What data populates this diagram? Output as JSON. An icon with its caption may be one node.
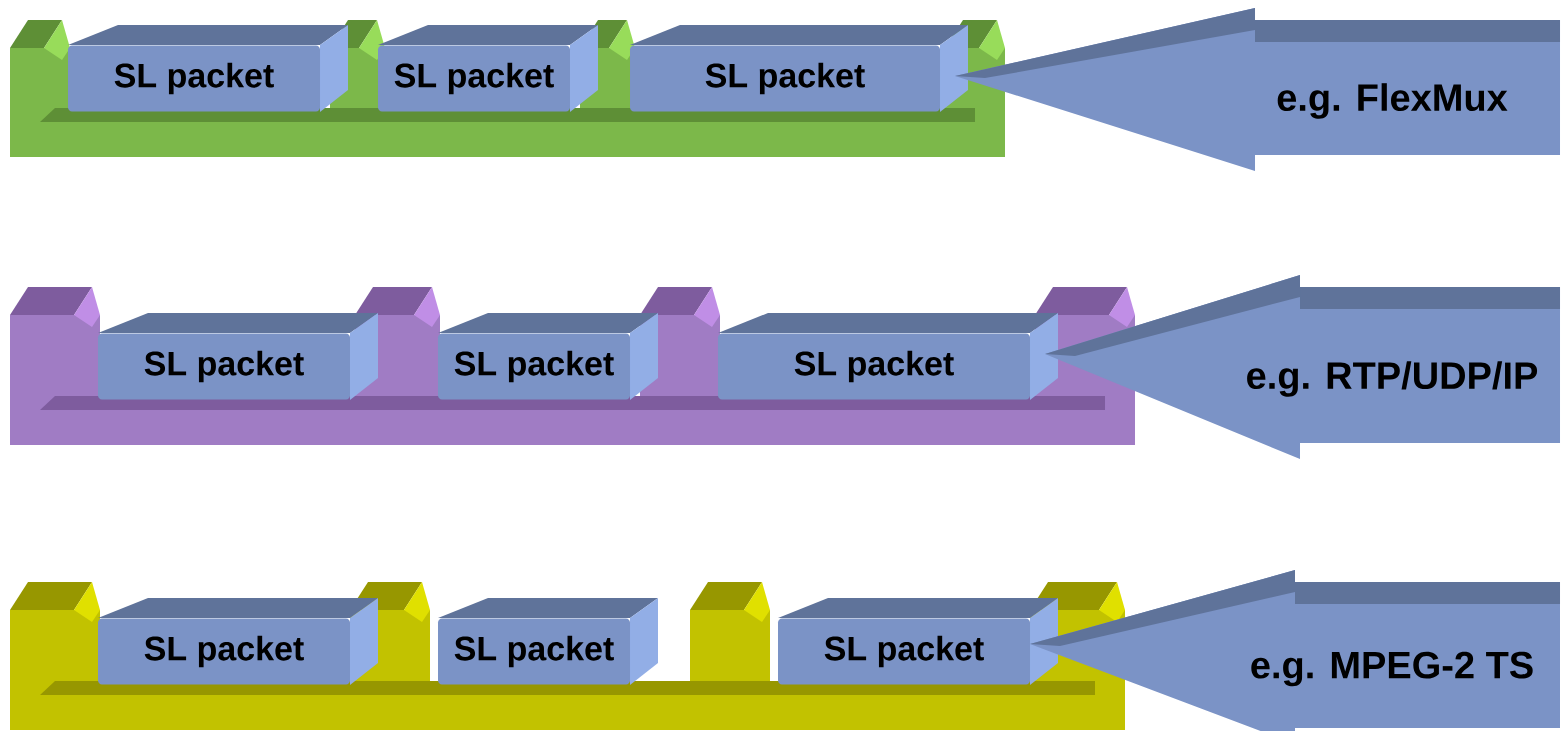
{
  "diagram": {
    "nodes": [
      {
        "text": [],
        "shape": "bar"
      },
      {
        "text": [
          "SL packet"
        ],
        "in": 0
      },
      {
        "text": [
          "SL packet"
        ],
        "in": 0
      },
      {
        "text": [
          "SL packet"
        ],
        "in": 0
      },
      {
        "text": [
          "e.g. FlexMux"
        ]
      },
      {
        "text": [],
        "shape": "bar"
      },
      {
        "text": [
          "SL packet"
        ],
        "in": 5
      },
      {
        "text": [
          "SL packet"
        ],
        "in": 5
      },
      {
        "text": [
          "SL packet"
        ],
        "in": 5
      },
      {
        "text": [
          "e.g. RTP/UDP/IP"
        ]
      },
      {
        "text": [],
        "shape": "bar"
      },
      {
        "text": [
          "SL packet"
        ],
        "in": 10
      },
      {
        "text": [
          "SL packet"
        ],
        "in": 10
      },
      {
        "text": [
          "SL packet"
        ],
        "in": 10
      },
      {
        "text": [
          "e.g. MPEG-2 TS"
        ]
      }
    ]
  }
}
